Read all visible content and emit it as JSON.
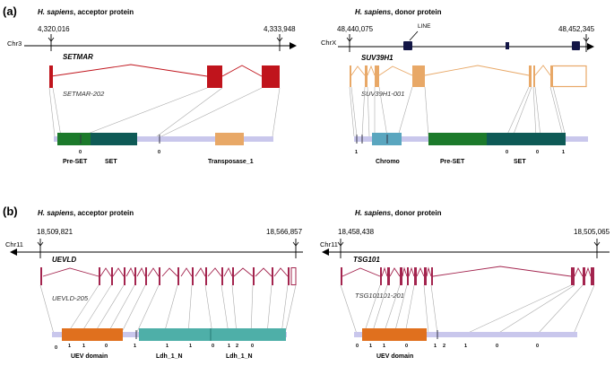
{
  "panel_a": {
    "label": "(a)",
    "left": {
      "heading_species": "H. sapiens",
      "heading_rest": ", acceptor protein",
      "chrom": "Chr3",
      "start": "4,320,016",
      "end": "4,333,948",
      "gene": "SETMAR",
      "transcript": "SETMAR-202",
      "domains": [
        "Pre-SET",
        "SET",
        "Transposase_1"
      ],
      "phases": [
        "0",
        "0"
      ]
    },
    "right": {
      "heading_species": "H. sapiens",
      "heading_rest": ", donor protein",
      "chrom": "ChrX",
      "start": "48,440,075",
      "end": "48,452,345",
      "line_label": "LINE",
      "gene": "SUV39H1",
      "transcript": "SUV39H1-001",
      "domains": [
        "Chromo",
        "Pre-SET",
        "SET"
      ],
      "phases": [
        "1",
        "0",
        "0",
        "1"
      ]
    }
  },
  "panel_b": {
    "label": "(b)",
    "left": {
      "heading_species": "H. sapiens",
      "heading_rest": ", acceptor protein",
      "chrom": "Chr11",
      "start": "18,509,821",
      "end": "18,566,857",
      "gene": "UEVLD",
      "transcript": "UEVLD-205",
      "domains": [
        "UEV domain",
        "Ldh_1_N",
        "Ldh_1_N"
      ],
      "phases": [
        "0",
        "1",
        "1",
        "0",
        "1",
        "1",
        "1",
        "0",
        "1",
        "2",
        "0"
      ]
    },
    "right": {
      "heading_species": "H. sapiens",
      "heading_rest": ", donor protein",
      "chrom": "Chr11",
      "start": "18,458,438",
      "end": "18,505,065",
      "gene": "TSG101",
      "transcript": "TSG101101-201",
      "domains": [
        "UEV domain"
      ],
      "phases": [
        "0",
        "1",
        "1",
        "0",
        "1",
        "2",
        "1",
        "0",
        "0"
      ]
    }
  },
  "colors": {
    "setmar": "#c0141c",
    "suv39": "#e8a867",
    "uevld_tsg": "#a3244e",
    "protein_bar": "#c9c7ec",
    "preset": "#1c7a2b",
    "set": "#0e5a56",
    "transposase": "#e8a867",
    "chromo": "#5aa6bf",
    "uev": "#e0701e",
    "ldh": "#4eafa8",
    "line_elem": "#131646"
  }
}
